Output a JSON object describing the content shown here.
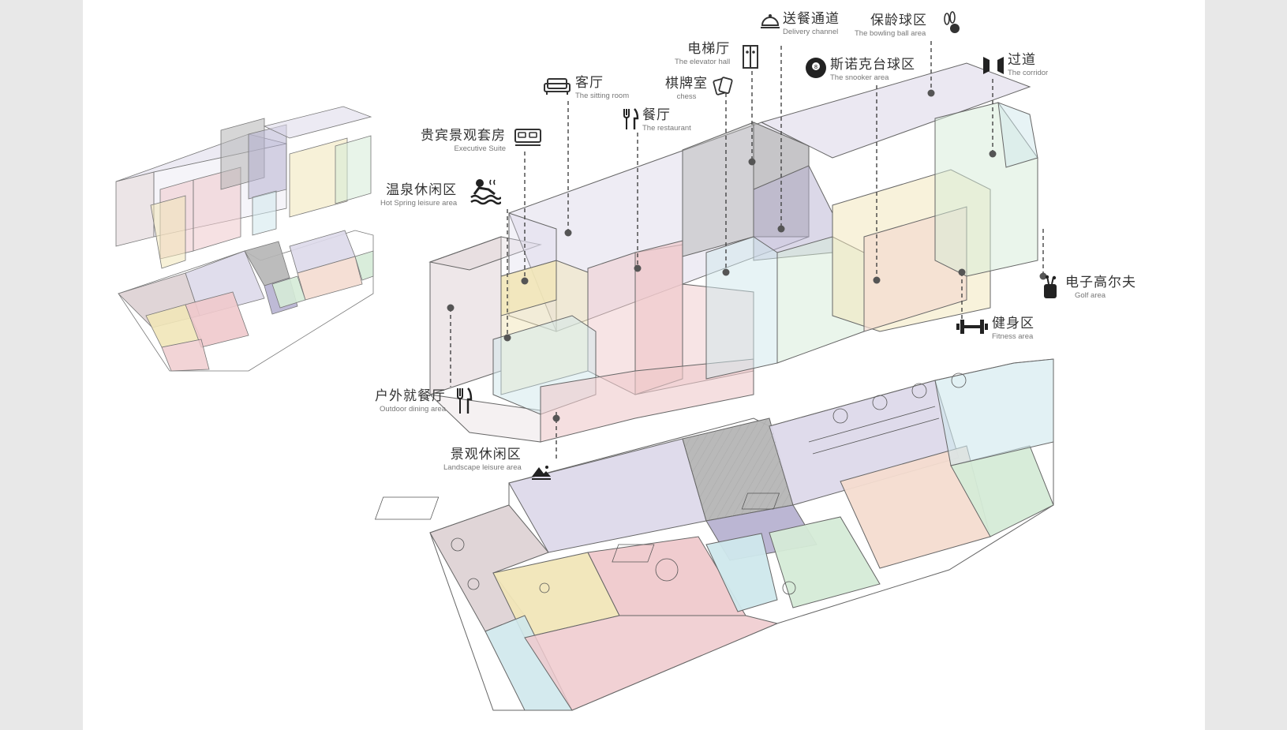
{
  "labels": {
    "delivery": {
      "zh": "送餐通道",
      "en": "Delivery channel"
    },
    "bowling": {
      "zh": "保龄球区",
      "en": "The bowling ball area"
    },
    "elevator": {
      "zh": "电梯厅",
      "en": "The elevator hall"
    },
    "snooker": {
      "zh": "斯诺克台球区",
      "en": "The snooker area"
    },
    "corridor": {
      "zh": "过道",
      "en": "The corridor"
    },
    "sitting": {
      "zh": "客厅",
      "en": "The sitting room"
    },
    "chess": {
      "zh": "棋牌室",
      "en": "chess"
    },
    "restaurant": {
      "zh": "餐厅",
      "en": "The restaurant"
    },
    "suite": {
      "zh": "贵宾景观套房",
      "en": "Executive Suite"
    },
    "hotspring": {
      "zh": "温泉休闲区",
      "en": "Hot Spring leisure area"
    },
    "golf": {
      "zh": "电子高尔夫",
      "en": "Golf area"
    },
    "fitness": {
      "zh": "健身区",
      "en": "Fitness area"
    },
    "outdoor": {
      "zh": "户外就餐厅",
      "en": "Outdoor dining area"
    },
    "landscape": {
      "zh": "景观休闲区",
      "en": "Landscape leisure area"
    }
  },
  "zone_colors": {
    "pink": "#efc9cc",
    "yellow": "#f1e6b8",
    "lavender": "#ddd9ea",
    "grey": "#b5b5b5",
    "purple": "#b7b2d1",
    "green": "#d5ebd7",
    "cyan": "#cfe8ec",
    "mauve": "#ddd0d3",
    "peach": "#f4dcd0"
  }
}
